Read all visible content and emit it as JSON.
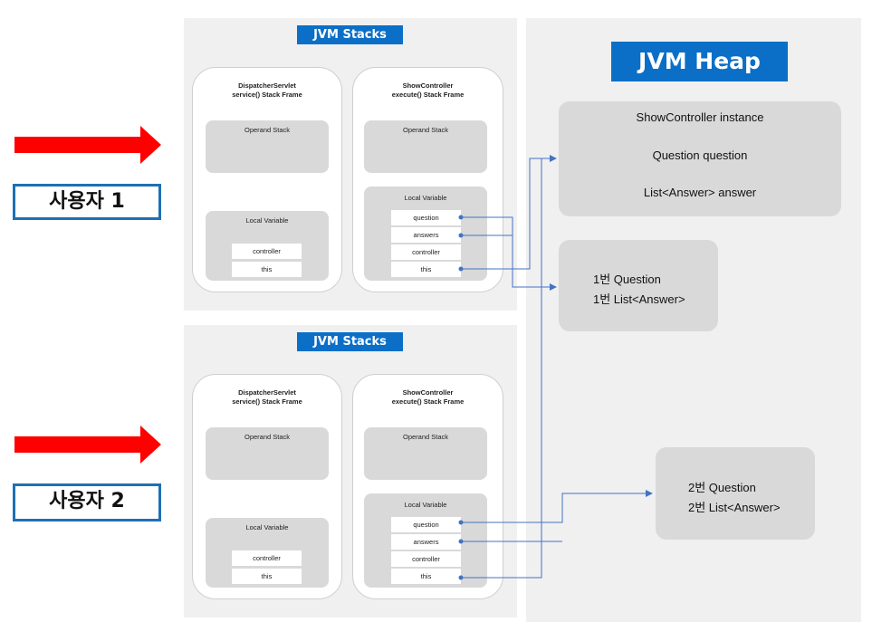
{
  "stacks": [
    {
      "title": "JVM Stacks",
      "dispatcher": {
        "title_line1": "DispatcherServlet",
        "title_line2": "service() Stack Frame",
        "operand_stack": "Operand Stack",
        "local_variable": "Local Variable",
        "vars": [
          "controller",
          "this"
        ]
      },
      "show": {
        "title_line1": "ShowController",
        "title_line2": "execute() Stack Frame",
        "operand_stack": "Operand Stack",
        "local_variable": "Local Variable",
        "vars": [
          "question",
          "answers",
          "controller",
          "this"
        ]
      }
    },
    {
      "title": "JVM Stacks",
      "dispatcher": {
        "title_line1": "DispatcherServlet",
        "title_line2": "service() Stack Frame",
        "operand_stack": "Operand Stack",
        "local_variable": "Local Variable",
        "vars": [
          "controller",
          "this"
        ]
      },
      "show": {
        "title_line1": "ShowController",
        "title_line2": "execute() Stack Frame",
        "operand_stack": "Operand Stack",
        "local_variable": "Local Variable",
        "vars": [
          "question",
          "answers",
          "controller",
          "this"
        ]
      }
    }
  ],
  "heap": {
    "title": "JVM Heap",
    "instance_box": {
      "line1": "ShowController instance",
      "line2": "Question question",
      "line3": "List<Answer> answer"
    },
    "box1": {
      "line1": "1번 Question",
      "line2": "1번 List<Answer>"
    },
    "box2": {
      "line1": "2번 Question",
      "line2": "2번 List<Answer>"
    }
  },
  "users": [
    "사용자 1",
    "사용자 2"
  ],
  "colors": {
    "accent": "#0b6fc7",
    "arrow": "#ff0000",
    "connector": "#4472c4",
    "panel": "#f0f0f0",
    "box": "#d9d9d9"
  }
}
